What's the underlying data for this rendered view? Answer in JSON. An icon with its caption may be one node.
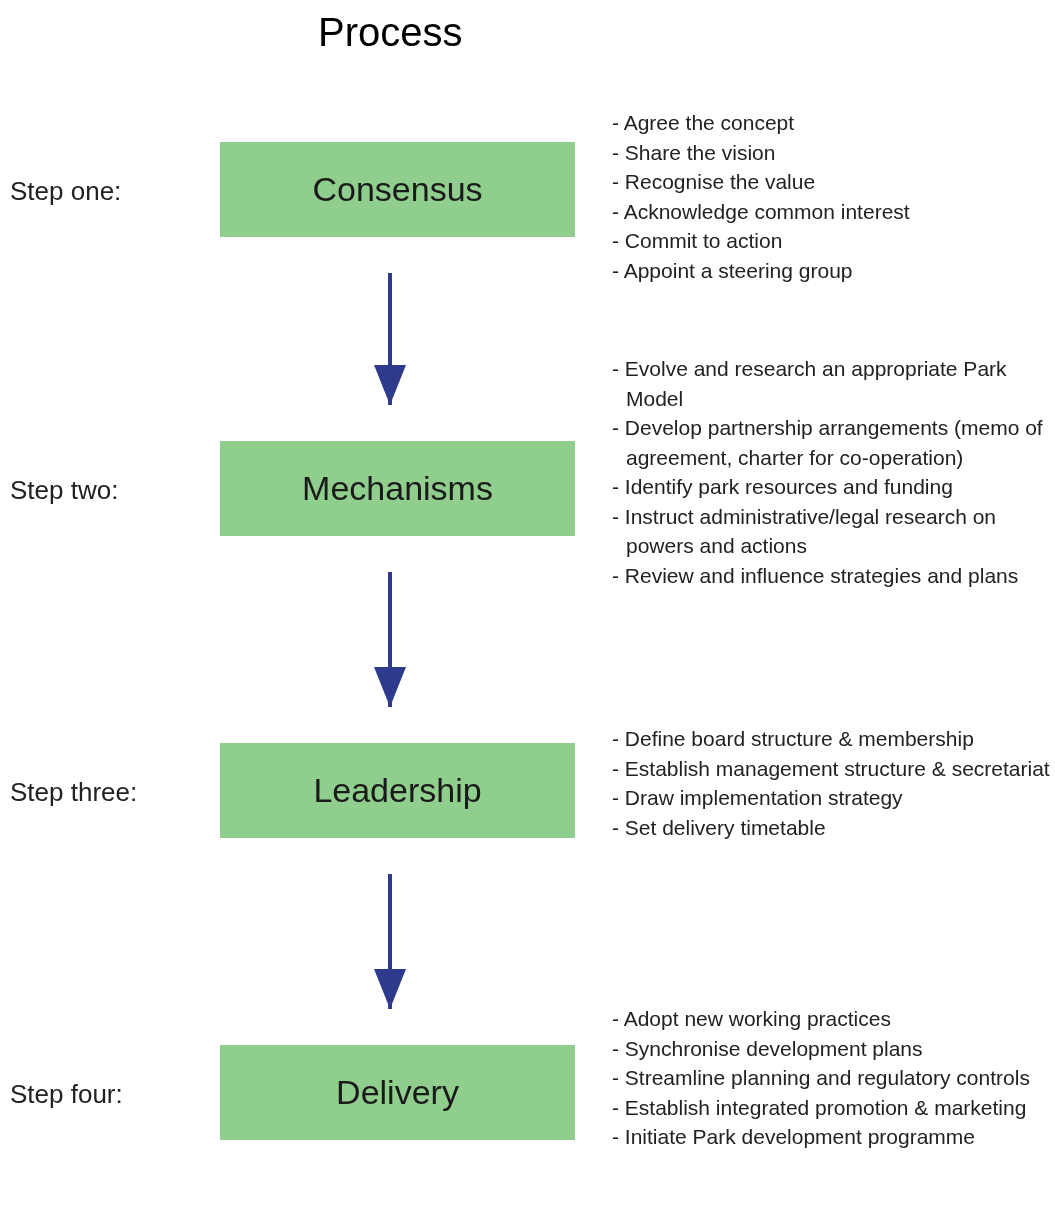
{
  "diagram": {
    "title": "Process",
    "nodes": [
      {
        "text": [
          "Consensus"
        ],
        "beside": [
          "Step one:",
          "- Agree the concept",
          "- Share the vision",
          "- Recognise the value",
          "- Acknowledge common interest",
          "- Commit to action",
          "- Appoint a steering group"
        ]
      },
      {
        "text": [
          "Mechanisms"
        ],
        "beside": [
          "Step two:",
          "- Evolve and research an appropriate Park Model",
          "- Develop partnership arrangements (memo of agreement, charter for co-operation)",
          "- Identify park resources and funding",
          "- Instruct administrative/legal research on powers and actions",
          "- Review and influence strategies and plans"
        ]
      },
      {
        "text": [
          "Leadership"
        ],
        "beside": [
          "Step three:",
          "- Define board structure & membership",
          "- Establish management structure & secretariat",
          "- Draw implementation strategy",
          "- Set delivery timetable"
        ]
      },
      {
        "text": [
          "Delivery"
        ],
        "beside": [
          "Step four:",
          "- Adopt new working practices",
          "- Synchronise development plans",
          "- Streamline planning and regulatory controls",
          "- Establish integrated promotion & marketing",
          "- Initiate Park development programme"
        ]
      }
    ],
    "edges": [
      {
        "from": 0,
        "to": 1,
        "arrow": "to"
      },
      {
        "from": 1,
        "to": 2,
        "arrow": "to"
      },
      {
        "from": 2,
        "to": 3,
        "arrow": "to"
      }
    ]
  }
}
